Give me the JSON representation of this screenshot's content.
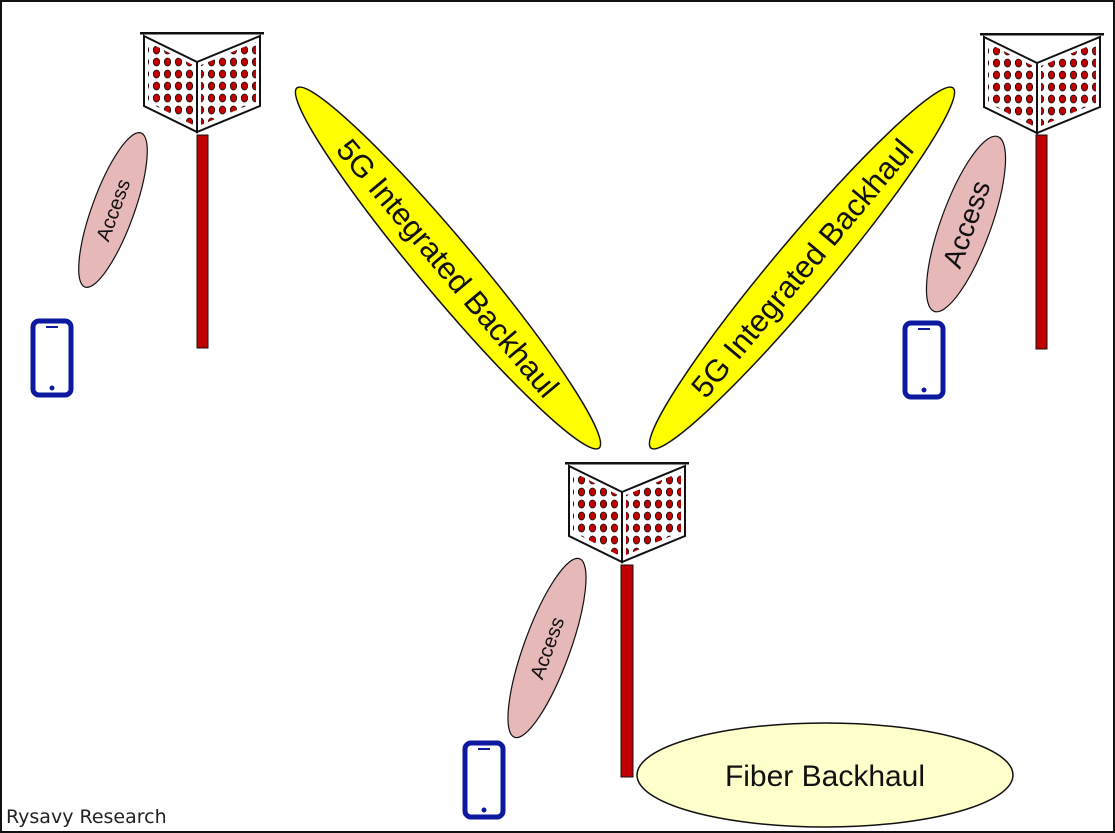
{
  "labels": {
    "backhaul_left": "5G Integrated Backhaul",
    "backhaul_right": "5G Integrated Backhaul",
    "access_left": "Access",
    "access_right": "Access",
    "access_bottom": "Access",
    "fiber": "Fiber Backhaul",
    "credit": "Rysavy Research"
  },
  "colors": {
    "backhaul_link": "#ffff00",
    "access_link": "#e6b9b8",
    "fiber_link": "#ffffcc",
    "mast": "#c00000",
    "antenna_element": "#c00000",
    "device": "#0d1aa0"
  },
  "icons": {
    "base_station": "antenna-array-icon",
    "mast": "tower-mast-icon",
    "device": "smartphone-icon"
  }
}
